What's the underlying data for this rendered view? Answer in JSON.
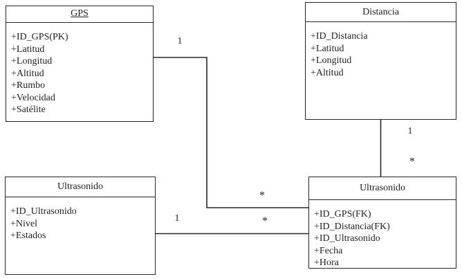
{
  "entities": [
    {
      "title": "GPS",
      "title_underlined": true,
      "attributes": [
        "+ID_GPS(PK)",
        "+Latitud",
        "+Longitud",
        "+Altitud",
        "+Rumbo",
        "+Velocidad",
        "+Satélite"
      ]
    },
    {
      "title": "Distancia",
      "title_underlined": false,
      "attributes": [
        "+ID_Distancia",
        "+Latitud",
        "+Longitud",
        "+Altitud"
      ]
    },
    {
      "title": "Ultrasonido",
      "title_underlined": false,
      "attributes": [
        "+ID_Ultrasonido",
        "+Nivel",
        "+Estados"
      ]
    },
    {
      "title": "Ultrasonido",
      "title_underlined": false,
      "attributes": [
        "+ID_GPS(FK)",
        "+ID_Distancia(FK)",
        "+ID_Ultrasonido",
        "+Fecha",
        "+Hora"
      ]
    }
  ],
  "connections": [
    {
      "from": "GPS",
      "to": "Ultrasonido (fact table)",
      "from_label": "1",
      "to_label": "*"
    },
    {
      "from": "Ultrasonido",
      "to": "Ultrasonido (fact table)",
      "from_label": "1",
      "to_label": "*"
    },
    {
      "from": "Distancia",
      "to": "Ultrasonido (fact table)",
      "from_label": "1",
      "to_label": "*"
    }
  ],
  "colors": {
    "line": "#262626",
    "text": "#1f1f1f",
    "background": "#ffffff"
  }
}
